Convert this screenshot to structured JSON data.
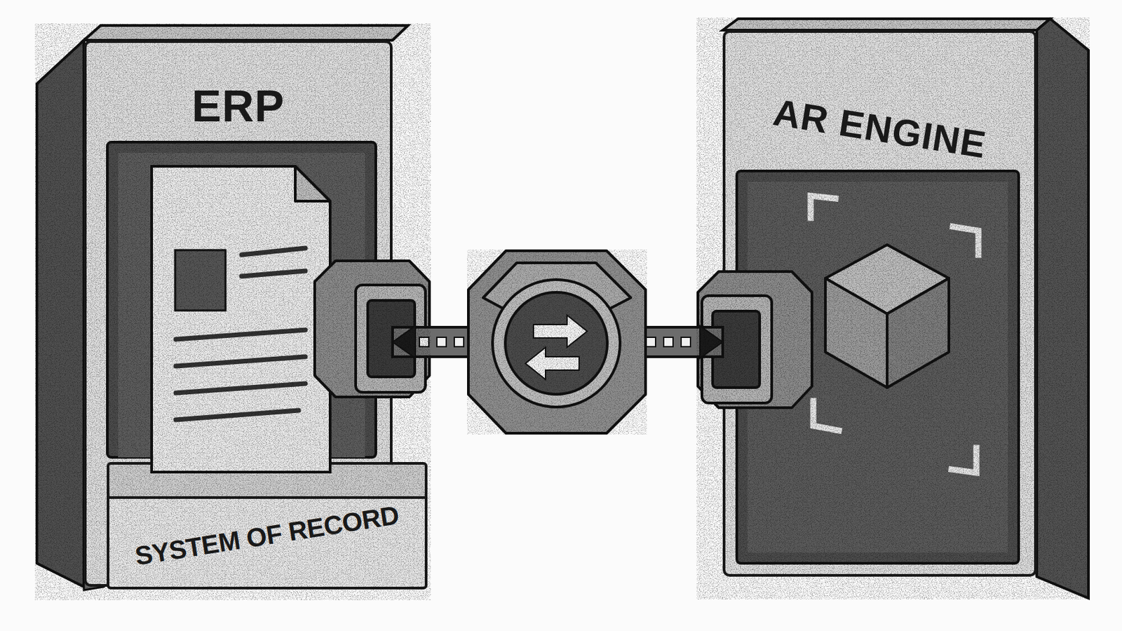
{
  "diagram": {
    "nodes": [
      {
        "text": [
          "ERP"
        ]
      },
      {
        "text": [
          "SYSTEM OF RECORD"
        ],
        "in": 0
      },
      {
        "text": [
          "AR ENGINE"
        ]
      }
    ],
    "edges": [
      {
        "from": 0,
        "to": 2,
        "arrow": "both"
      }
    ]
  }
}
